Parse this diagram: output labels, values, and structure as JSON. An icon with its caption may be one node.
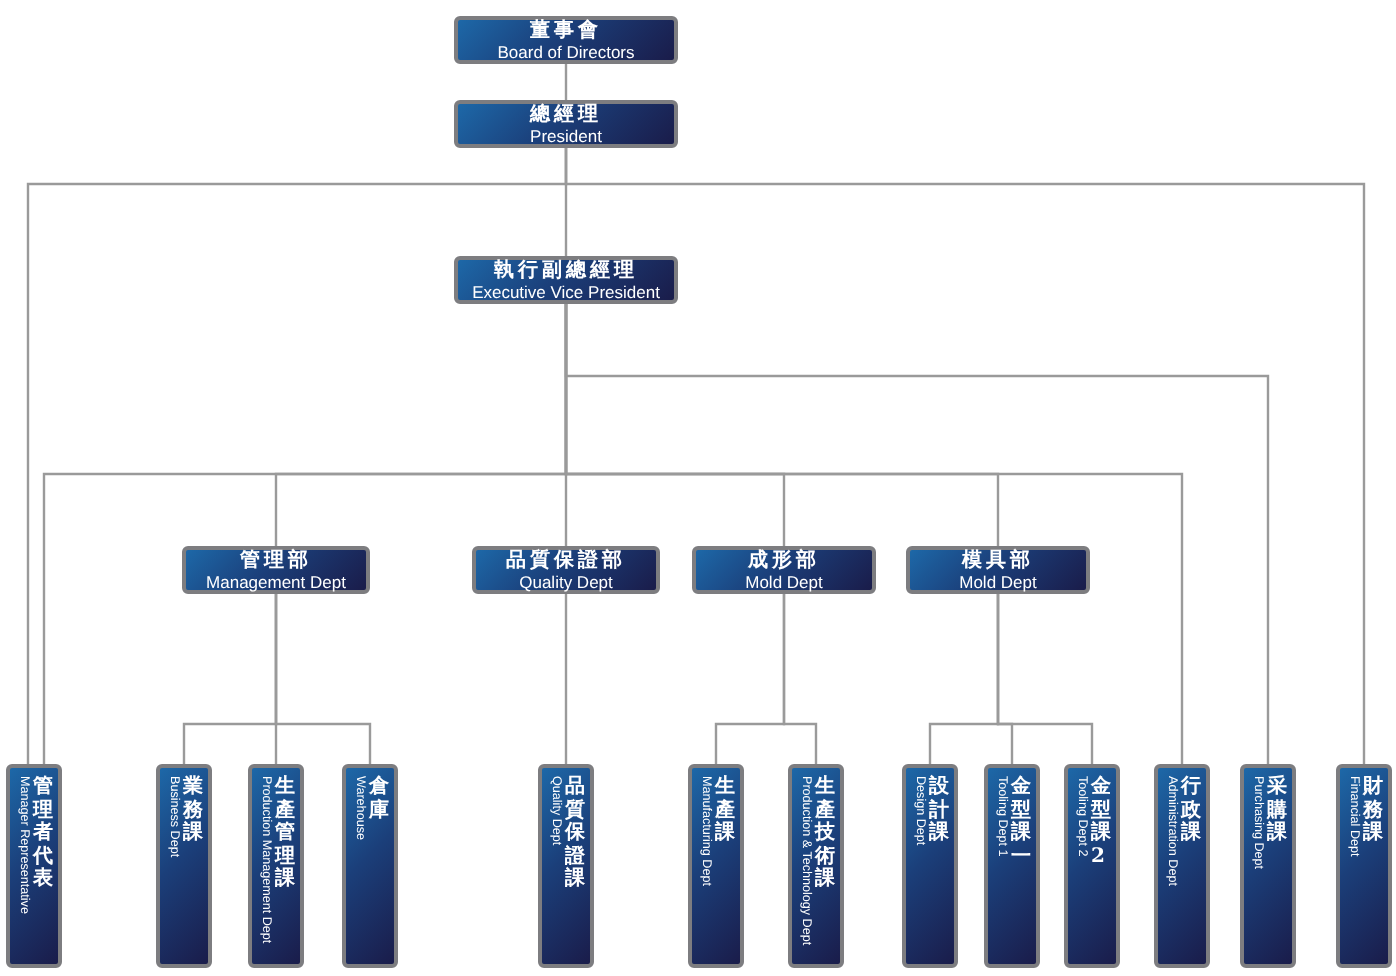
{
  "diagram": {
    "nodes": [
      {
        "text": [
          "董事會",
          "Board of Directors"
        ]
      },
      {
        "text": [
          "總經理",
          "President"
        ]
      },
      {
        "text": [
          "執行副總經理",
          "Executive Vice President"
        ]
      },
      {
        "text": [
          "管理部",
          "Management Dept"
        ]
      },
      {
        "text": [
          "品質保證部",
          "Quality Dept"
        ]
      },
      {
        "text": [
          "成形部",
          "Mold Dept"
        ]
      },
      {
        "text": [
          "模具部",
          "Mold Dept"
        ]
      },
      {
        "text": [
          "管理者代表",
          "Manager Representative"
        ]
      },
      {
        "text": [
          "業務課",
          "Business Dept"
        ]
      },
      {
        "text": [
          "生產管理課",
          "Production Management Dept"
        ]
      },
      {
        "text": [
          "倉庫",
          "Warehouse"
        ]
      },
      {
        "text": [
          "品質保證課",
          "Quality Dept"
        ]
      },
      {
        "text": [
          "生產課",
          "Manufacturing Dept"
        ]
      },
      {
        "text": [
          "生產技術課",
          "Production & Technology Dept"
        ]
      },
      {
        "text": [
          "設計課",
          "Design Dept"
        ]
      },
      {
        "text": [
          "金型課一",
          "Tooling Dept 1"
        ]
      },
      {
        "text": [
          "金型課2",
          "Tooling Dept 2"
        ]
      },
      {
        "text": [
          "行政課",
          "Administration Dept"
        ]
      },
      {
        "text": [
          "采購課",
          "Purchasing Dept"
        ]
      },
      {
        "text": [
          "財務課",
          "Financial Dept"
        ]
      }
    ],
    "edges": [
      {
        "from": 0,
        "to": 1,
        "arrow": "none"
      },
      {
        "from": 1,
        "to": 2,
        "arrow": "none"
      },
      {
        "from": 1,
        "to": 7,
        "arrow": "none"
      },
      {
        "from": 1,
        "to": 19,
        "arrow": "none"
      },
      {
        "from": 2,
        "to": 18,
        "arrow": "none"
      },
      {
        "from": 2,
        "to": 7,
        "arrow": "none"
      },
      {
        "from": 2,
        "to": 3,
        "arrow": "none"
      },
      {
        "from": 2,
        "to": 4,
        "arrow": "none"
      },
      {
        "from": 2,
        "to": 5,
        "arrow": "none"
      },
      {
        "from": 2,
        "to": 6,
        "arrow": "none"
      },
      {
        "from": 2,
        "to": 17,
        "arrow": "none"
      },
      {
        "from": 3,
        "to": 8,
        "arrow": "none"
      },
      {
        "from": 3,
        "to": 9,
        "arrow": "none"
      },
      {
        "from": 3,
        "to": 10,
        "arrow": "none"
      },
      {
        "from": 4,
        "to": 11,
        "arrow": "none"
      },
      {
        "from": 5,
        "to": 12,
        "arrow": "none"
      },
      {
        "from": 5,
        "to": 13,
        "arrow": "none"
      },
      {
        "from": 6,
        "to": 14,
        "arrow": "none"
      },
      {
        "from": 6,
        "to": 15,
        "arrow": "none"
      },
      {
        "from": 6,
        "to": 16,
        "arrow": "none"
      }
    ]
  }
}
